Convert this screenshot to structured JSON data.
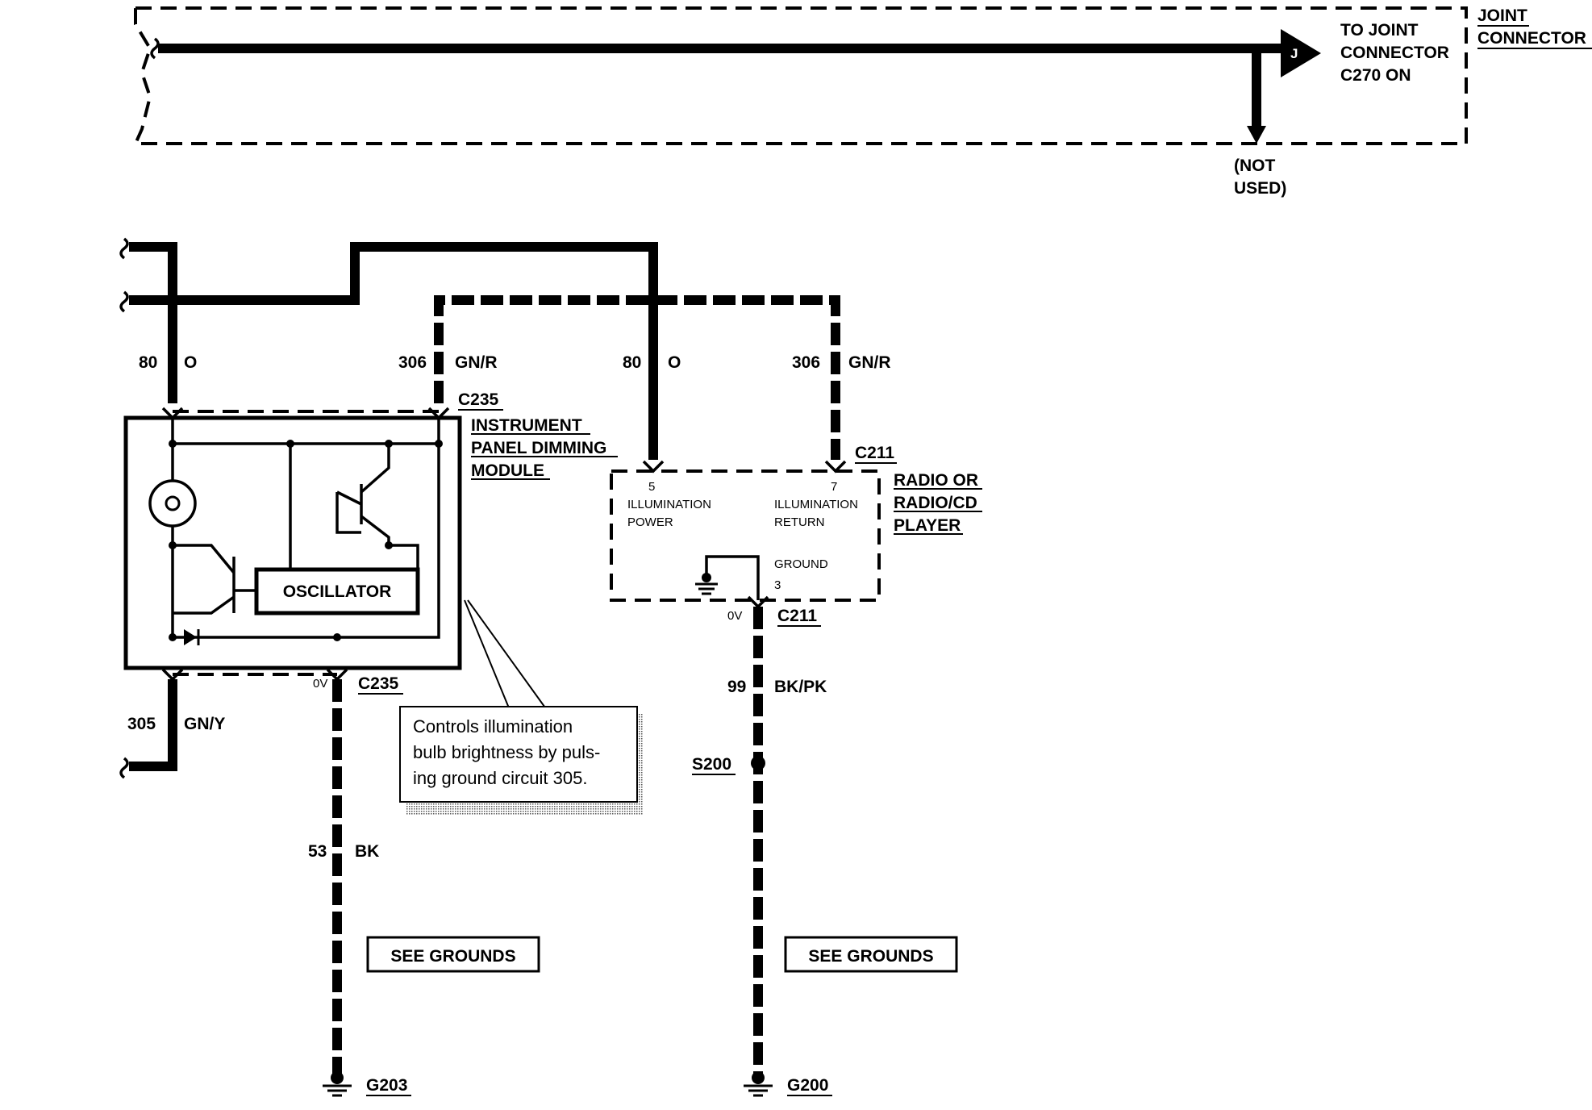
{
  "joint": {
    "to_line1": "TO JOINT",
    "to_line2": "CONNECTOR",
    "to_line3": "C270 ON",
    "side_line1": "JOINT",
    "side_line2": "CONNECTOR",
    "j_marker": "J",
    "not_used_line1": "(NOT",
    "not_used_line2": "USED)"
  },
  "wires": {
    "w80_left_num": "80",
    "w80_left_color": "O",
    "w306_left_num": "306",
    "w306_left_color": "GN/R",
    "w80_right_num": "80",
    "w80_right_color": "O",
    "w306_right_num": "306",
    "w306_right_color": "GN/R",
    "w305_num": "305",
    "w305_color": "GN/Y",
    "w53_num": "53",
    "w53_color": "BK",
    "w99_num": "99",
    "w99_color": "BK/PK"
  },
  "dimming_module": {
    "connector_top": "C235",
    "connector_bottom": "C235",
    "name_line1": "INSTRUMENT",
    "name_line2": "PANEL DIMMING",
    "name_line3": "MODULE",
    "oscillator": "OSCILLATOR",
    "ov": "0V"
  },
  "radio": {
    "connector_top": "C211",
    "connector_bottom": "C211",
    "name_line1": "RADIO OR",
    "name_line2": "RADIO/CD",
    "name_line3": "PLAYER",
    "pin5": "5",
    "pin5_label1": "ILLUMINATION",
    "pin5_label2": "POWER",
    "pin7": "7",
    "pin7_label1": "ILLUMINATION",
    "pin7_label2": "RETURN",
    "ground_label": "GROUND",
    "pin3": "3",
    "ov": "0V"
  },
  "callout": {
    "line1": "Controls illumination",
    "line2": "bulb brightness by puls-",
    "line3": "ing ground circuit 305."
  },
  "grounds": {
    "see_left": "SEE GROUNDS",
    "see_right": "SEE GROUNDS",
    "splice": "S200",
    "g_left": "G203",
    "g_right": "G200"
  }
}
